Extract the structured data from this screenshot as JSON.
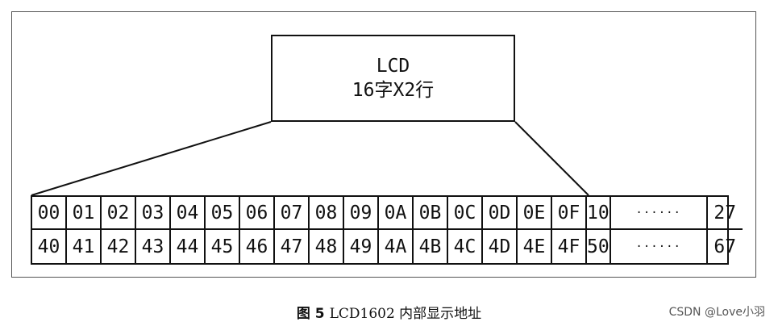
{
  "lcd_box": {
    "line1": "LCD",
    "line2": "16字X2行"
  },
  "rows": [
    [
      "00",
      "01",
      "02",
      "03",
      "04",
      "05",
      "06",
      "07",
      "08",
      "09",
      "0A",
      "0B",
      "0C",
      "0D",
      "0E",
      "0F",
      "10",
      "······",
      "27"
    ],
    [
      "40",
      "41",
      "42",
      "43",
      "44",
      "45",
      "46",
      "47",
      "48",
      "49",
      "4A",
      "4B",
      "4C",
      "4D",
      "4E",
      "4F",
      "50",
      "······",
      "67"
    ]
  ],
  "caption": {
    "figure_label": "图 5",
    "text": "LCD1602 内部显示地址"
  },
  "watermark": "CSDN @Love小羽"
}
